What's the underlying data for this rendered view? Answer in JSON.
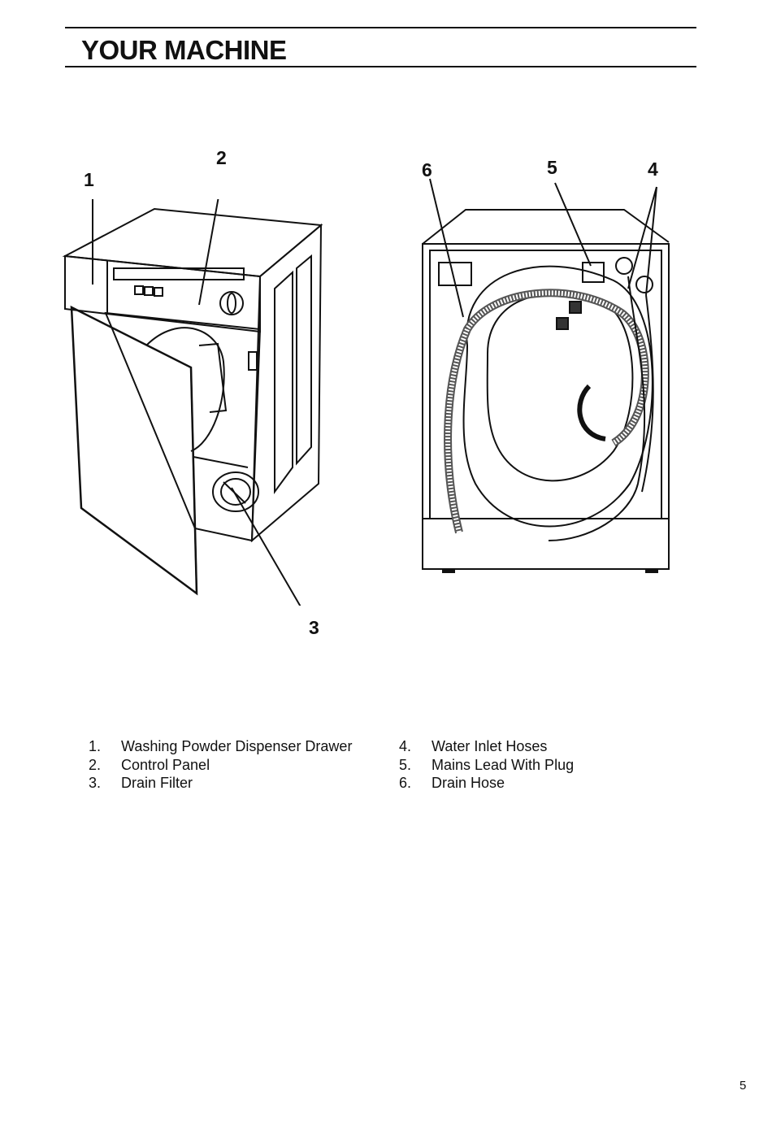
{
  "header": {
    "title": "YOUR MACHINE"
  },
  "callouts": {
    "c1": "1",
    "c2": "2",
    "c3": "3",
    "c4": "4",
    "c5": "5",
    "c6": "6"
  },
  "legend_left": [
    {
      "num": "1.",
      "text": "Washing Powder Dispenser Drawer"
    },
    {
      "num": "2.",
      "text": "Control Panel"
    },
    {
      "num": "3.",
      "text": "Drain Filter"
    }
  ],
  "legend_right": [
    {
      "num": "4.",
      "text": "Water Inlet Hoses"
    },
    {
      "num": "5.",
      "text": "Mains Lead With Plug"
    },
    {
      "num": "6.",
      "text": "Drain Hose"
    }
  ],
  "footer": {
    "page_number": "5"
  }
}
